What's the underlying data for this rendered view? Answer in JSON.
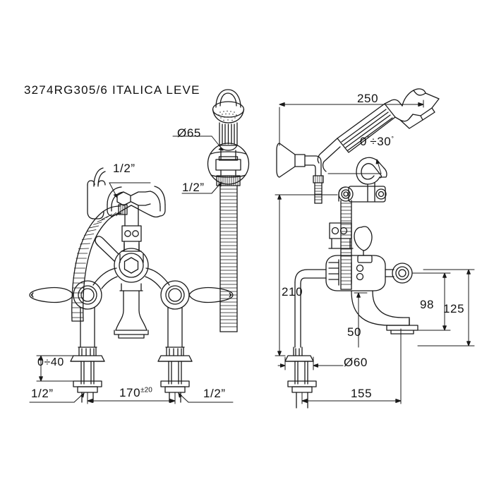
{
  "drawing": {
    "title": "3274RG305/6 ITALICA LEVE",
    "background_color": "#ffffff",
    "line_color": "#1a1a1a",
    "description": "Technical dimension drawing of a bath shower mixer tap, front view (left) and side view (right), with shower handset detail"
  },
  "labels": {
    "rose_diameter": "Ø65",
    "inlet_left_top": "1/2”",
    "inlet_handset": "1/2”",
    "inlet_left_foot": "1/2”",
    "inlet_right_foot": "1/2”",
    "tail_range": "0÷40",
    "centres_value": "170",
    "centres_tolerance": "±20",
    "handset_length": "250",
    "handset_angle_value": "0",
    "handset_angle_sep": "÷",
    "handset_angle_end": "30",
    "handset_angle_full": "0°÷30°",
    "height_total": "210",
    "spout_height": "98",
    "body_height": "125",
    "spout_drop": "50",
    "base_diameter": "Ø60",
    "projection": "155"
  },
  "views": {
    "front_view_name": "front-elevation",
    "side_view_name": "side-elevation",
    "handset_front_name": "shower-handset-front",
    "handset_side_name": "shower-handset-side"
  }
}
